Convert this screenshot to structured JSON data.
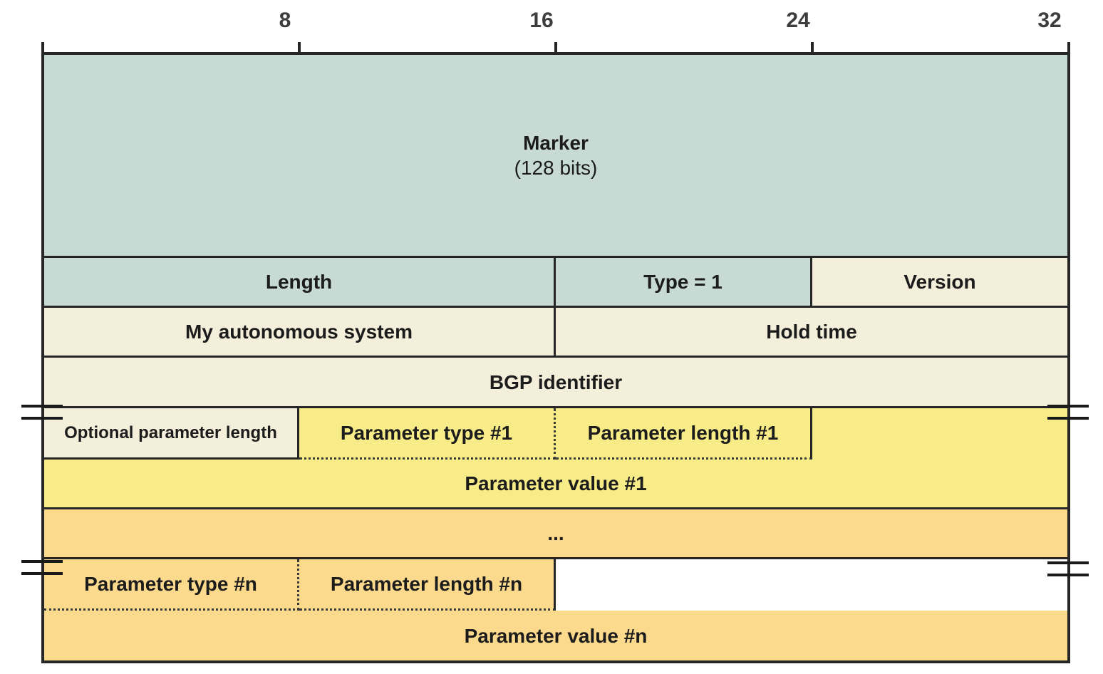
{
  "ruler": {
    "labels": [
      "8",
      "16",
      "24",
      "32"
    ]
  },
  "fields": {
    "marker": "Marker",
    "marker_size": "(128 bits)",
    "length": "Length",
    "type": "Type = 1",
    "version": "Version",
    "my_autonomous_system": "My autonomous system",
    "hold_time": "Hold time",
    "bgp_identifier": "BGP identifier",
    "optional_parameter_length": "Optional parameter length",
    "parameter_type_1": "Parameter type #1",
    "parameter_length_1": "Parameter length #1",
    "parameter_value_1": "Parameter value #1",
    "continuation": "...",
    "parameter_type_n": "Parameter type #n",
    "parameter_length_n": "Parameter length #n",
    "parameter_value_n": "Parameter value #n"
  },
  "colors": {
    "marker-bg": "#c8dad4",
    "header-bg": "#f4efda",
    "param1-bg": "#f7ec87",
    "paramn-bg": "#fbd98d",
    "border": "#262626",
    "dotted": "#3a3a3a",
    "text": "#1c1c1c"
  }
}
